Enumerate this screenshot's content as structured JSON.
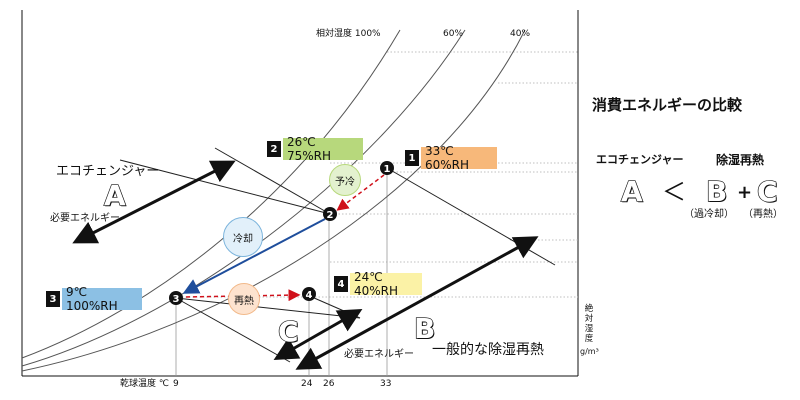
{
  "chart": {
    "rh_header_100": "相対湿度 100%",
    "rh_60": "60%",
    "rh_40": "40%",
    "xaxis_label": "乾球温度 ℃",
    "x_ticks": [
      "9",
      "24",
      "26",
      "33"
    ],
    "yaxis_label": "絶対湿度",
    "yaxis_unit": "g/m³"
  },
  "points": {
    "p1": {
      "num": "1",
      "marker": "1",
      "text": "33℃ 60%RH",
      "color": "#f7b87a"
    },
    "p2": {
      "num": "2",
      "marker": "2",
      "text": "26℃ 75%RH",
      "color": "#b7d87c"
    },
    "p3": {
      "num": "3",
      "marker": "3",
      "text": "9℃ 100%RH",
      "color": "#8cc0e4"
    },
    "p4": {
      "num": "4",
      "marker": "4",
      "text": "24℃ 40%RH",
      "color": "#fbf2a6"
    }
  },
  "process": {
    "precool": "予冷",
    "cool": "冷却",
    "reheat": "再熱"
  },
  "energy": {
    "eco_label": "エコチェンジャー",
    "letter_a": "A",
    "required_a": "必要エネルギー",
    "letter_b": "B",
    "general_label": "一般的な除湿再熱",
    "letter_c": "C",
    "required_c": "必要エネルギー"
  },
  "comparison": {
    "title": "消費エネルギーの比較",
    "col_eco": "エコチェンジャー",
    "col_reheat": "除湿再熱",
    "a": "A",
    "lt": "＜",
    "b": "B",
    "plus": "+",
    "c": "C",
    "b_note": "（過冷却）",
    "c_note": "（再熱）"
  },
  "colors": {
    "cool_arrow": "#1f4e9c",
    "dashed_arrow": "#d0111b",
    "grid": "#888888"
  }
}
